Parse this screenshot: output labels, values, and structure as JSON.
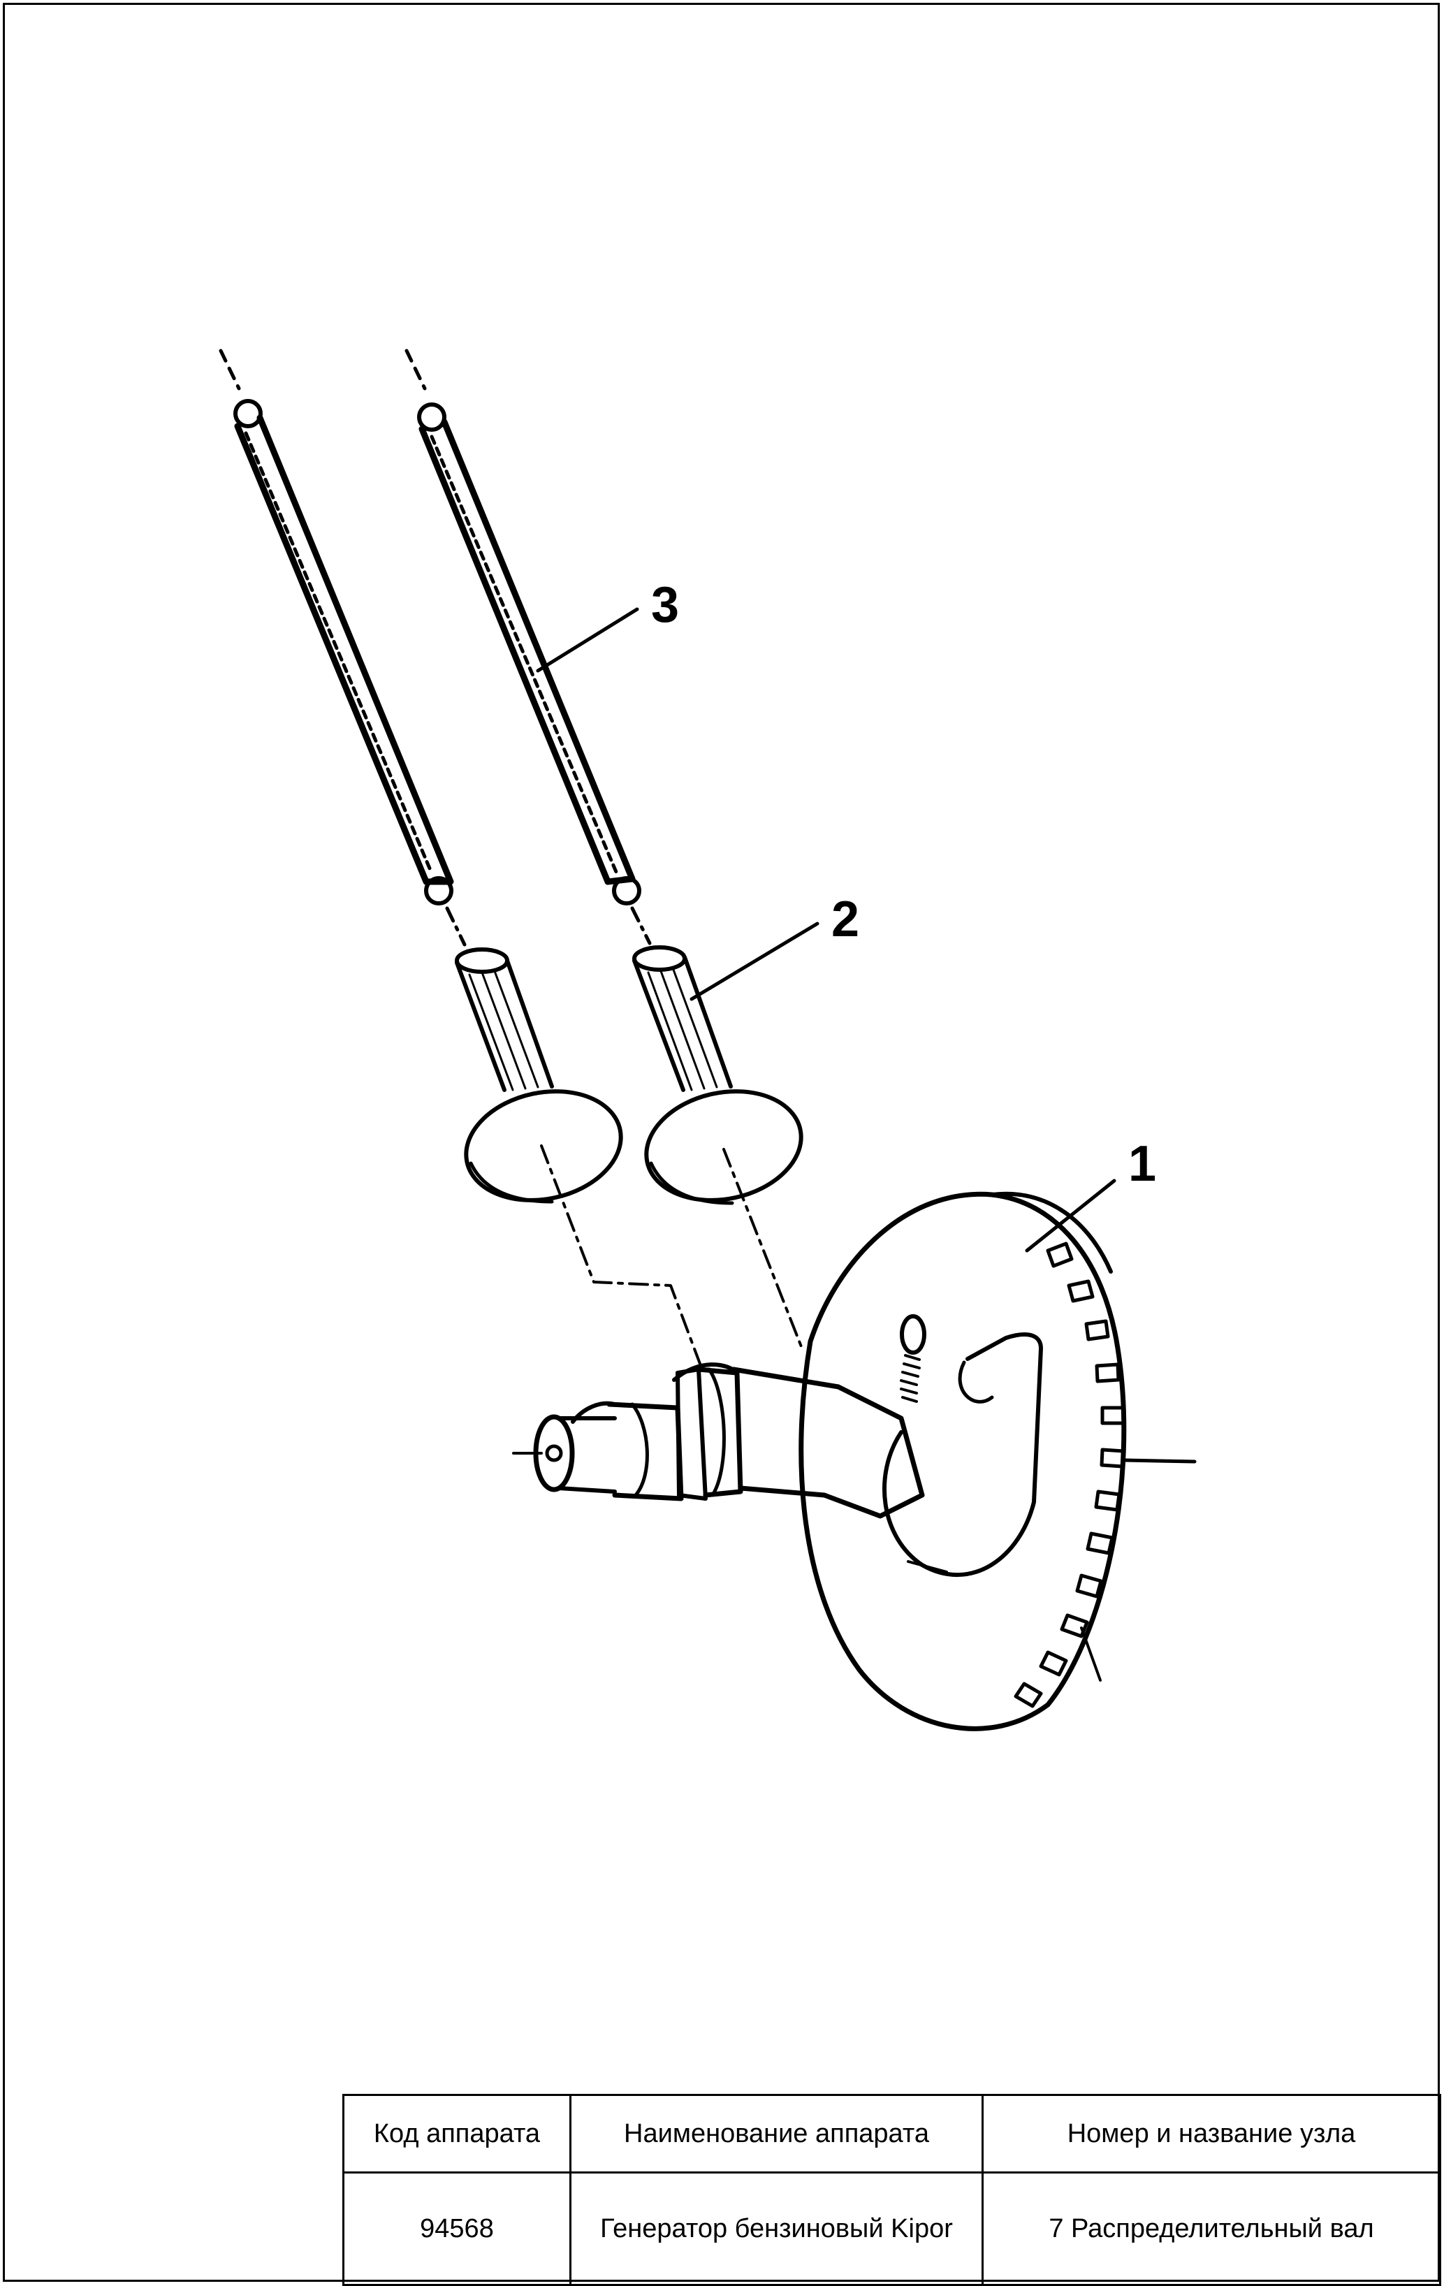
{
  "diagram": {
    "callouts": [
      "1",
      "2",
      "3"
    ],
    "parts": [
      "camshaft-gear",
      "valve-lifter",
      "push-rod"
    ]
  },
  "title_block": {
    "headers": [
      "Код аппарата",
      "Наименование аппарата",
      "Номер и название узла"
    ],
    "values": [
      "94568",
      "Генератор бензиновый Kipor",
      "7 Распределительный вал"
    ]
  }
}
